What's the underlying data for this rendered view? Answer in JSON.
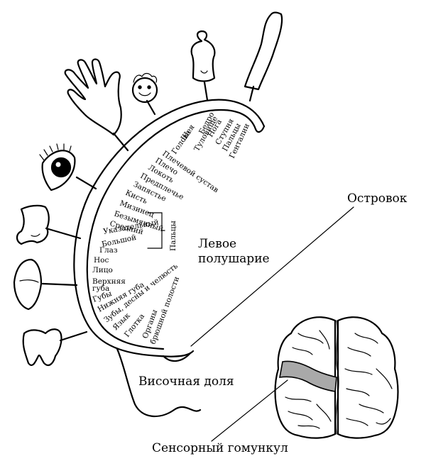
{
  "labels": {
    "hemisphere_line1": "Левое",
    "hemisphere_line2": "полушарие",
    "insula": "Островок",
    "temporal_lobe": "Височная доля",
    "sensory_homunculus": "Сенсорный гомункул",
    "fingers": "Пальцы"
  },
  "body_parts": [
    "Генталии",
    "Пальцы",
    "Ступня",
    "Нога",
    "Бедро",
    "Туловище",
    "Шея",
    "Голова",
    "Плечевой сустав",
    "Плечо",
    "Локоть",
    "Предплечье",
    "Запястье",
    "Кисть",
    "Мизинец",
    "Безымянный",
    "Средний",
    "Указательный",
    "Большой",
    "Глаз",
    "Нос",
    "Лицо",
    "Верхняя",
    "губа",
    "Губы",
    "Нижняя губа",
    "Зубы, десны и челюсть",
    "Язык",
    "Глотка",
    "Органы",
    "брюшной полости"
  ],
  "icons": {
    "leg": "leg-icon",
    "torso": "torso-icon",
    "head": "head-icon",
    "hand": "hand-icon",
    "eye": "eye-icon",
    "nose": "nose-icon",
    "lips": "lips-icon",
    "teeth": "tooth-icon",
    "brain": "brain-icon"
  },
  "colors": {
    "ink": "#000000",
    "highlight": "#a9a9a9"
  }
}
